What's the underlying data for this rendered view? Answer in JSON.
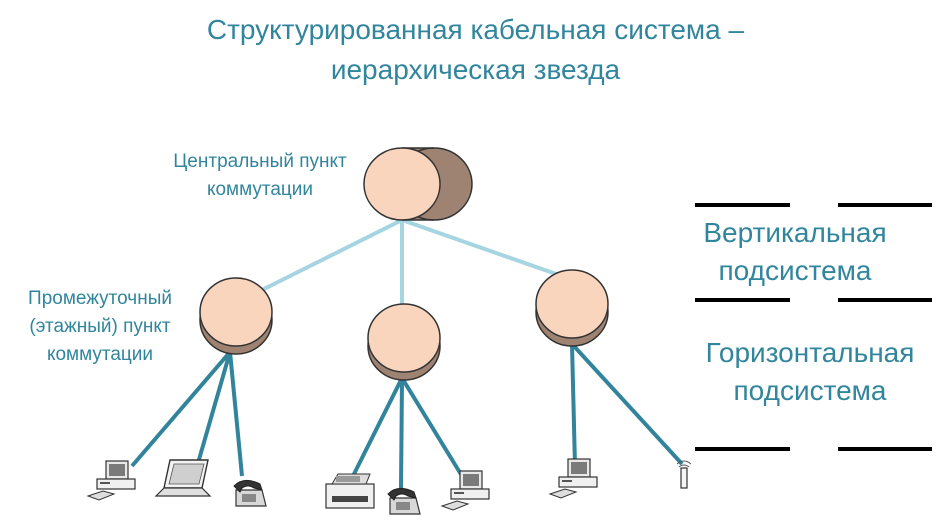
{
  "title": {
    "line1": "Структурированная кабельная система –",
    "line2": "иерархическая звезда"
  },
  "nodes": {
    "central": {
      "label_line1": "Центральный пункт",
      "label_line2": "коммутации"
    },
    "intermediate": {
      "label_line1": "Промежуточный",
      "label_line2": "(этажный) пункт",
      "label_line3": "коммутации"
    }
  },
  "legend": {
    "vertical": {
      "line1": "Вертикальная",
      "line2": "подсистема",
      "line_color": "#a5d5e0"
    },
    "horizontal": {
      "line1": "Горизонтальная",
      "line2": "подсистема",
      "line_color": "#31849b"
    }
  },
  "colors": {
    "text": "#31859c",
    "node_face": "#f9d5bd",
    "node_side": "#9e8272",
    "vertical_link": "#a5d5e0",
    "horizontal_link": "#31849b"
  },
  "devices": [
    {
      "icon": "computer-icon"
    },
    {
      "icon": "laptop-icon"
    },
    {
      "icon": "telephone-icon"
    },
    {
      "icon": "printer-icon"
    },
    {
      "icon": "telephone-icon"
    },
    {
      "icon": "computer-icon"
    },
    {
      "icon": "computer-icon"
    },
    {
      "icon": "wireless-antenna-icon"
    }
  ]
}
